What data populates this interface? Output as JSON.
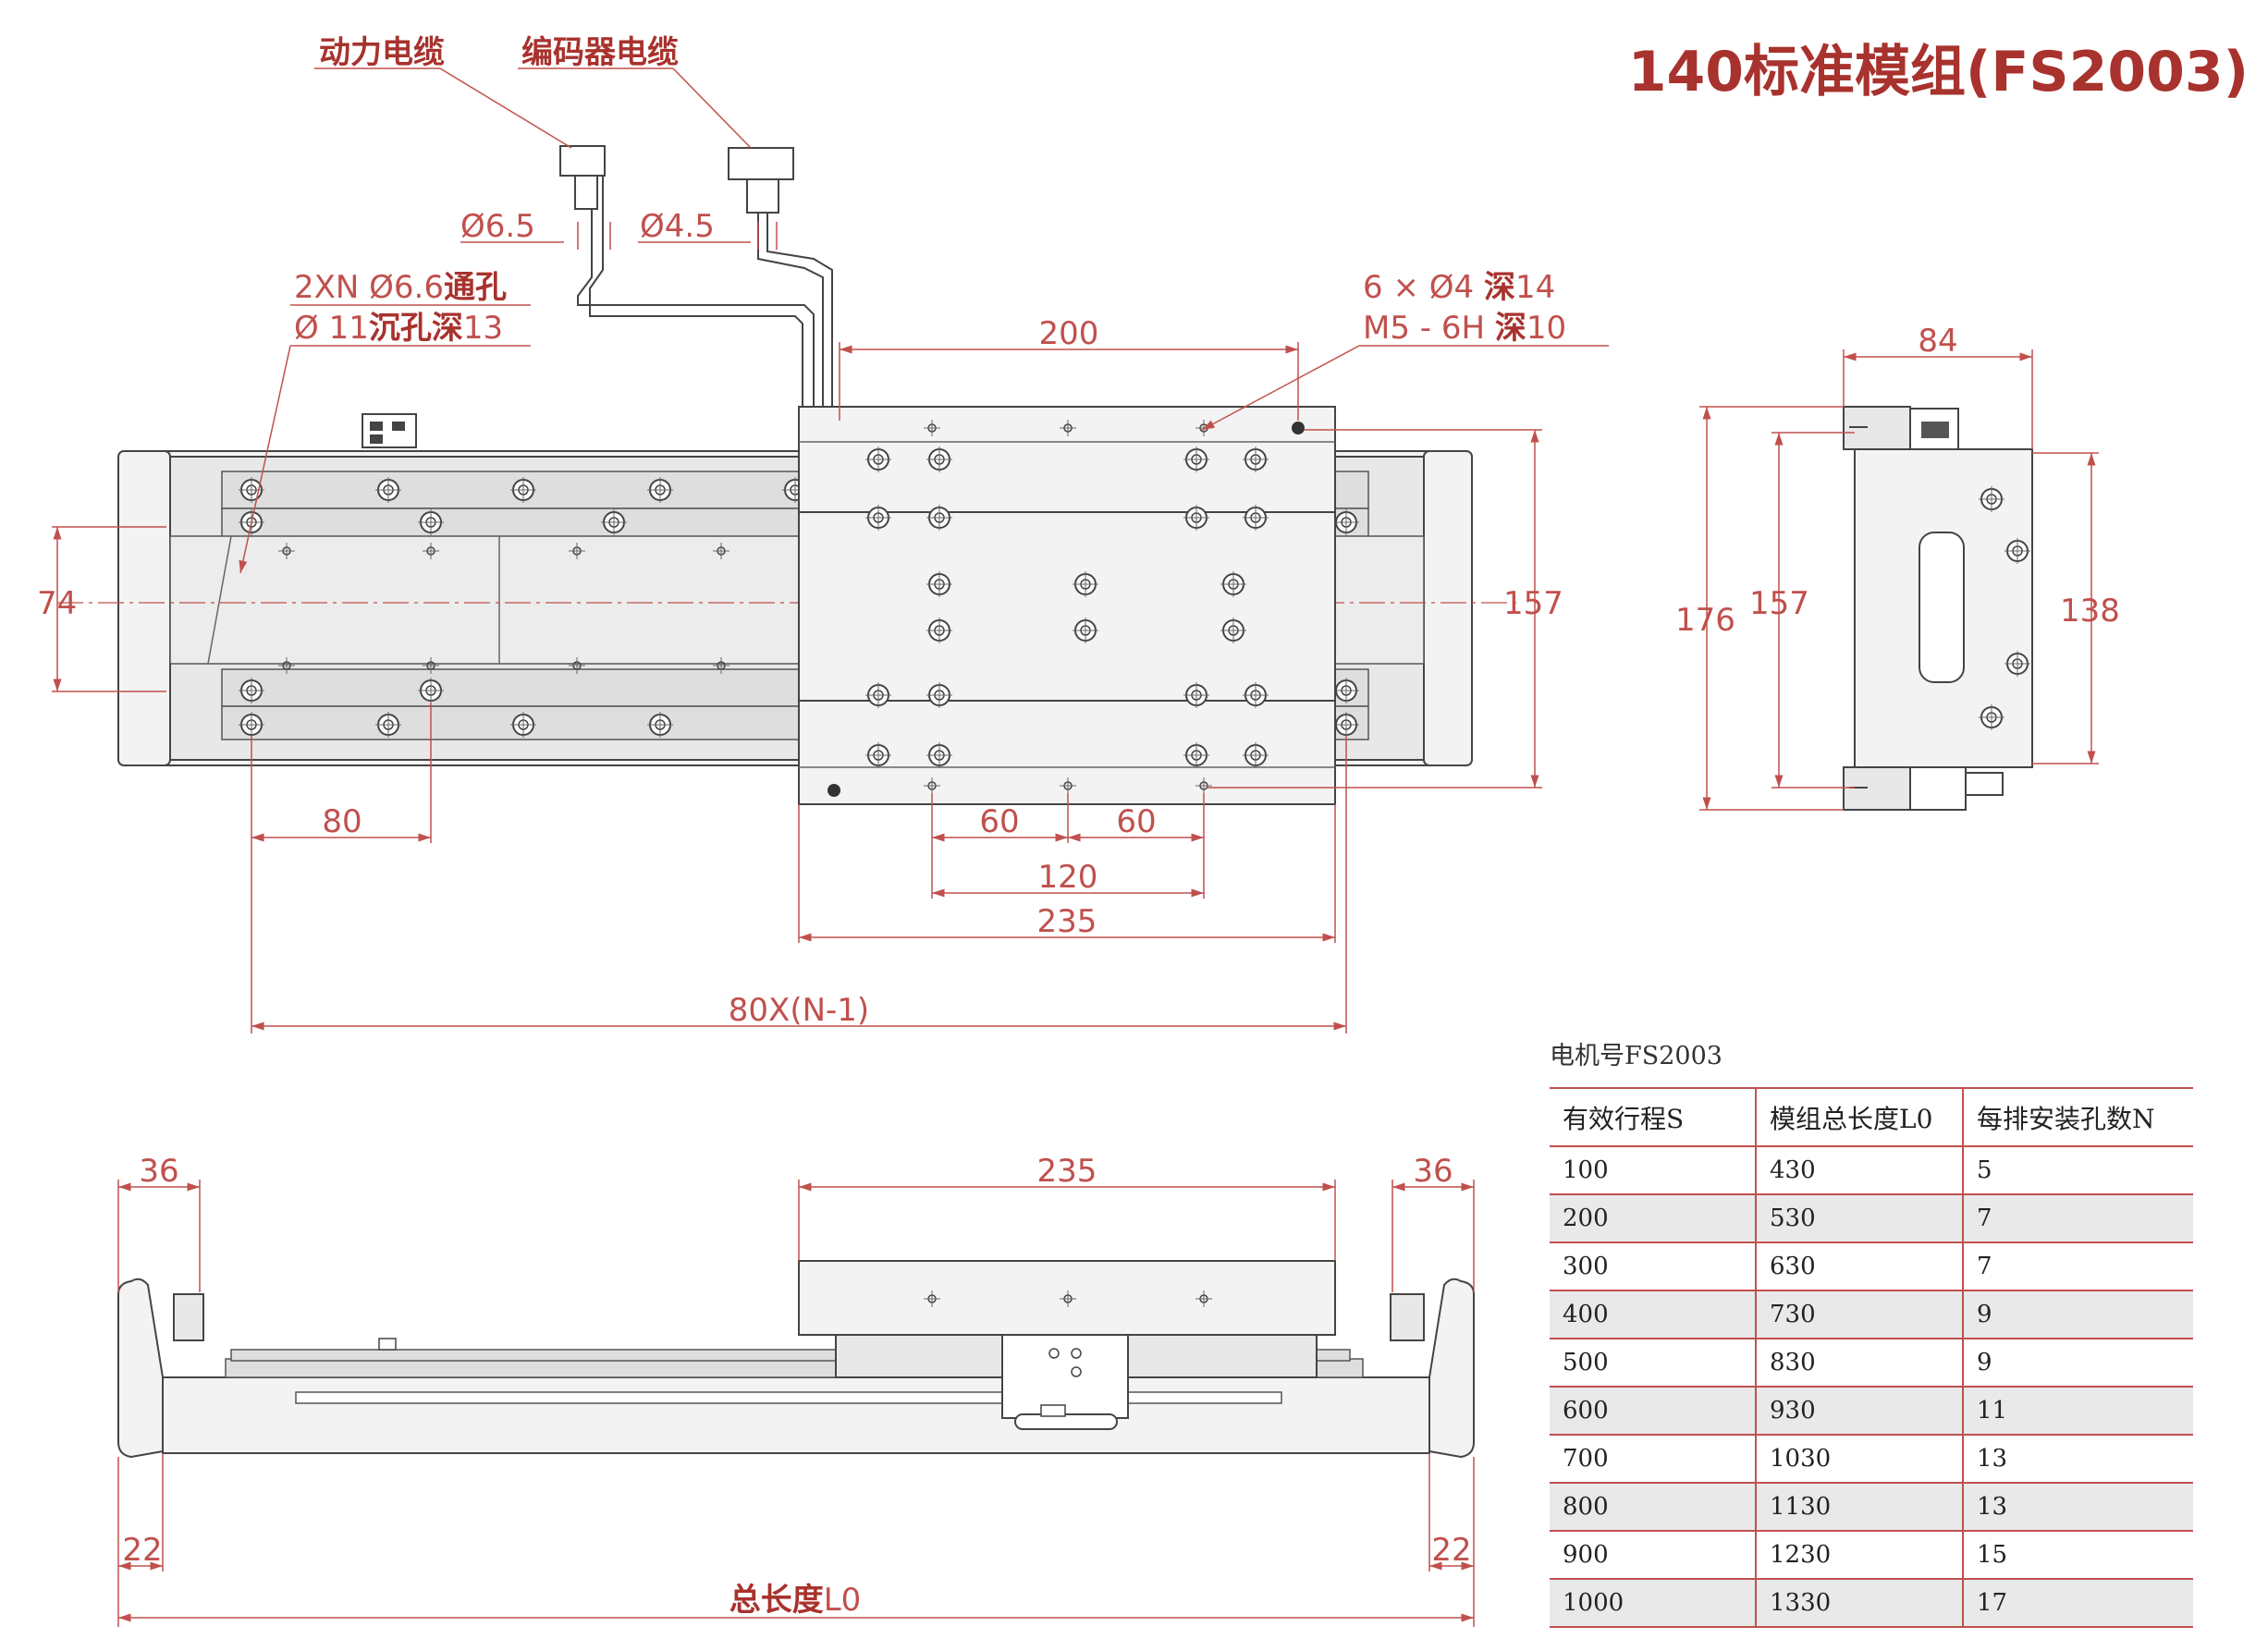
{
  "title": "140标准模组(FS2003)",
  "labels": {
    "power_cable": "动力电缆",
    "encoder_cable": "编码器电缆",
    "hole_note_1a": "2XN  Ø6.6",
    "hole_note_1b": "通孔",
    "hole_note_2a": "Ø  11",
    "hole_note_2b": "沉孔深",
    "hole_note_2c": "13",
    "tap_note_1a": "6  ×  Ø4  ",
    "tap_note_1b": "深",
    "tap_note_1c": "14",
    "tap_note_2a": "M5  -  6H  ",
    "tap_note_2b": "深",
    "tap_note_2c": "10",
    "total_length_cn": "总长度",
    "total_length_sym": "L0"
  },
  "dimensions": {
    "d_phi65": "Ø6.5",
    "d_phi45": "Ø4.5",
    "d_200": "200",
    "d_84": "84",
    "d_74": "74",
    "d_157": "157",
    "d_176": "176",
    "d_157b": "157",
    "d_138": "138",
    "d_80": "80",
    "d_60a": "60",
    "d_60b": "60",
    "d_120": "120",
    "d_235": "235",
    "d_80n": "80X(N-1)",
    "d_36a": "36",
    "d_235b": "235",
    "d_36b": "36",
    "d_22a": "22",
    "d_22b": "22"
  },
  "table": {
    "caption": "电机号FS2003",
    "headers": [
      "有效行程S",
      "模组总长度L0",
      "每排安装孔数N"
    ],
    "rows": [
      [
        "100",
        "430",
        "5"
      ],
      [
        "200",
        "530",
        "7"
      ],
      [
        "300",
        "630",
        "7"
      ],
      [
        "400",
        "730",
        "9"
      ],
      [
        "500",
        "830",
        "9"
      ],
      [
        "600",
        "930",
        "11"
      ],
      [
        "700",
        "1030",
        "13"
      ],
      [
        "800",
        "1130",
        "13"
      ],
      [
        "900",
        "1230",
        "15"
      ],
      [
        "1000",
        "1330",
        "17"
      ]
    ]
  },
  "colors": {
    "accent": "#a8322d",
    "dimension": "#c0504d",
    "line": "#444444"
  }
}
